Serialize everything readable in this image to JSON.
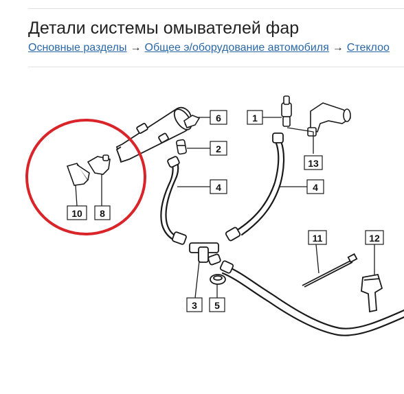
{
  "page": {
    "title": "Детали системы омывателей фар"
  },
  "breadcrumb": {
    "items": [
      {
        "label": "Основные разделы"
      },
      {
        "label": "Общее э/оборудование автомобиля"
      },
      {
        "label": "Стеклоо"
      }
    ],
    "separator": "→"
  },
  "diagram": {
    "callouts": [
      "1",
      "2",
      "3",
      "4",
      "4",
      "5",
      "6",
      "8",
      "10",
      "11",
      "12",
      "13"
    ],
    "highlight_color": "#d9252a"
  }
}
